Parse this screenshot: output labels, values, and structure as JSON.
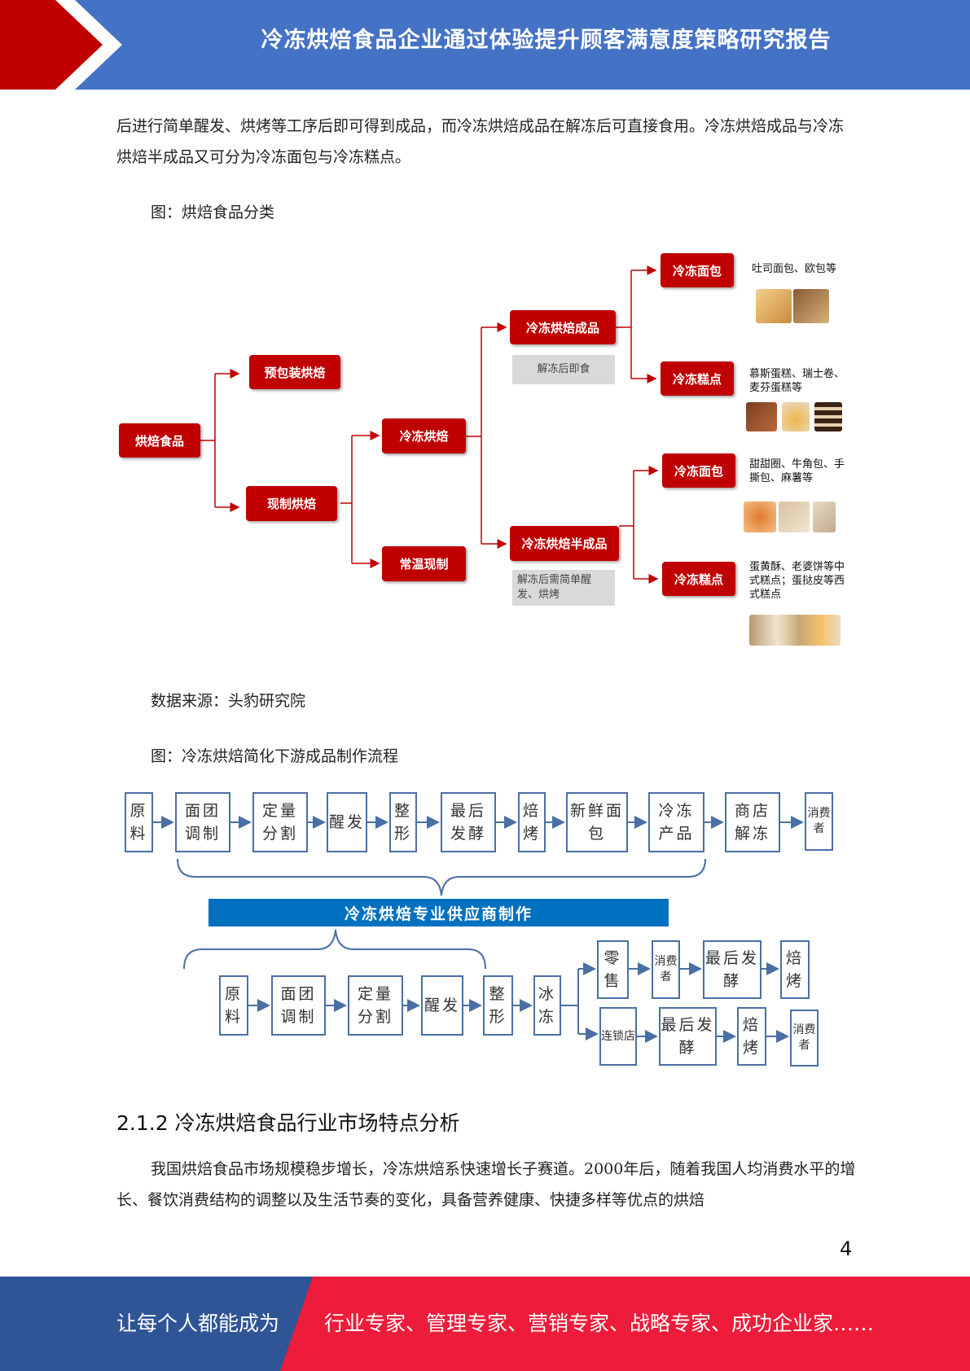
{
  "header": {
    "title": "冷冻烘焙食品企业通过体验提升顾客满意度策略研究报告"
  },
  "intro_paragraph": "后进行简单醒发、烘烤等工序后即可得到成品，而冷冻烘焙成品在解冻后可直接食用。冷冻烘焙成品与冷冻烘焙半成品又可分为冷冻面包与冷冻糕点。",
  "figure1": {
    "caption": "图：烘焙食品分类",
    "nodes": {
      "root": "烘焙食品",
      "prepackaged": "预包装烘焙",
      "fresh": "现制烘焙",
      "frozen": "冷冻烘焙",
      "ambient": "常温现制",
      "frozen_finished": "冷冻烘焙成品",
      "frozen_semi": "冷冻烘焙半成品",
      "ff_bread": "冷冻面包",
      "ff_pastry": "冷冻糕点",
      "fs_bread": "冷冻面包",
      "fs_pastry": "冷冻糕点"
    },
    "notes": {
      "finished": "解冻后即食",
      "semi": "解冻后需简单醒发、烘烤"
    },
    "examples": {
      "ff_bread": "吐司面包、欧包等",
      "ff_pastry": "慕斯蛋糕、瑞士卷、麦芬蛋糕等",
      "fs_bread": "甜甜圈、牛角包、手撕包、麻薯等",
      "fs_pastry": "蛋黄酥、老婆饼等中式糕点；蛋挞皮等西式糕点"
    },
    "source": "数据来源：头豹研究院"
  },
  "figure2": {
    "caption": "图：冷冻烘焙简化下游成品制作流程",
    "top_row": [
      "原料",
      "面团调制",
      "定量分割",
      "醒发",
      "整形",
      "最后发酵",
      "焙烤",
      "新鲜面包",
      "冷冻产品",
      "商店解冻",
      "消费者"
    ],
    "banner": "冷冻烘焙专业供应商制作",
    "bottom_row": [
      "原料",
      "面团调制",
      "定量分割",
      "醒发",
      "整形",
      "冰冻"
    ],
    "branch_retail": [
      "零售",
      "消费者",
      "最后发酵",
      "焙烤"
    ],
    "branch_chain": [
      "连锁店",
      "最后发酵",
      "焙烤",
      "消费者"
    ]
  },
  "section": {
    "title": "2.1.2 冷冻烘焙食品行业市场特点分析",
    "paragraph": "我国烘焙食品市场规模稳步增长，冷冻烘焙系快速增长子赛道。2000年后，随着我国人均消费水平的增长、餐饮消费结构的调整以及生活节奏的变化，具备营养健康、快捷多样等优点的烘焙"
  },
  "page_number": "4",
  "footer": {
    "left": "让每个人都能成为",
    "right": "行业专家、管理专家、营销专家、战略专家、成功企业家……"
  },
  "colors": {
    "header_blue": "#4472c4",
    "accent_red": "#c00000",
    "footer_red": "#ed1c3a",
    "footer_blue": "#2f5597",
    "flow_blue": "#0070c0"
  }
}
